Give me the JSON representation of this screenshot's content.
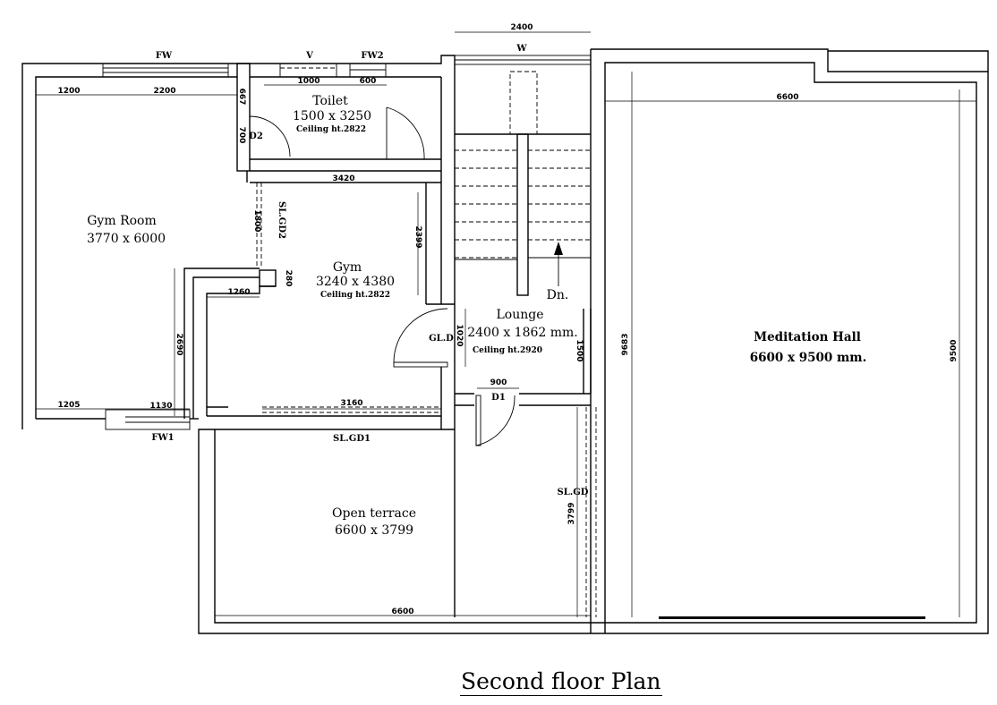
{
  "title": "Second floor Plan",
  "rooms": {
    "gym_room": {
      "name": "Gym Room",
      "size": "3770 x 6000"
    },
    "toilet": {
      "name": "Toilet",
      "size": "1500 x 3250",
      "ceiling": "Ceiling ht.2822"
    },
    "gym": {
      "name": "Gym",
      "size": "3240 x 4380",
      "ceiling": "Ceiling ht.2822"
    },
    "lounge": {
      "name": "Lounge",
      "size": "2400 x 1862 mm.",
      "ceiling": "Ceiling ht.2920"
    },
    "meditation": {
      "name": "Meditation Hall",
      "size": "6600 x 9500 mm."
    },
    "terrace": {
      "name": "Open terrace",
      "size": "6600 x 3799"
    }
  },
  "openings": {
    "fw": "FW",
    "v": "V",
    "fw2": "FW2",
    "w": "W",
    "fw1": "FW1",
    "d2": "D2",
    "d1": "D1",
    "gld": "GL.D",
    "slgd1": "SL.GD1",
    "slgd2": "SL.GD2",
    "slgd": "SL.GD",
    "dn": "Dn."
  },
  "dimensions": {
    "d2400": "2400",
    "d1200": "1200",
    "d2200": "2200",
    "d667": "667",
    "d700": "700",
    "d1000": "1000",
    "d600": "600",
    "d3420": "3420",
    "d1800": "1800",
    "d2399": "2399",
    "d1260": "1260",
    "d280": "280",
    "d2690": "2690",
    "d1020": "1020",
    "d1500": "1500",
    "d1205": "1205",
    "d1130": "1130",
    "d3160": "3160",
    "d900": "900",
    "d6600_top": "6600",
    "d9683": "9683",
    "d9500": "9500",
    "d3799": "3799",
    "d6600_bottom": "6600"
  }
}
